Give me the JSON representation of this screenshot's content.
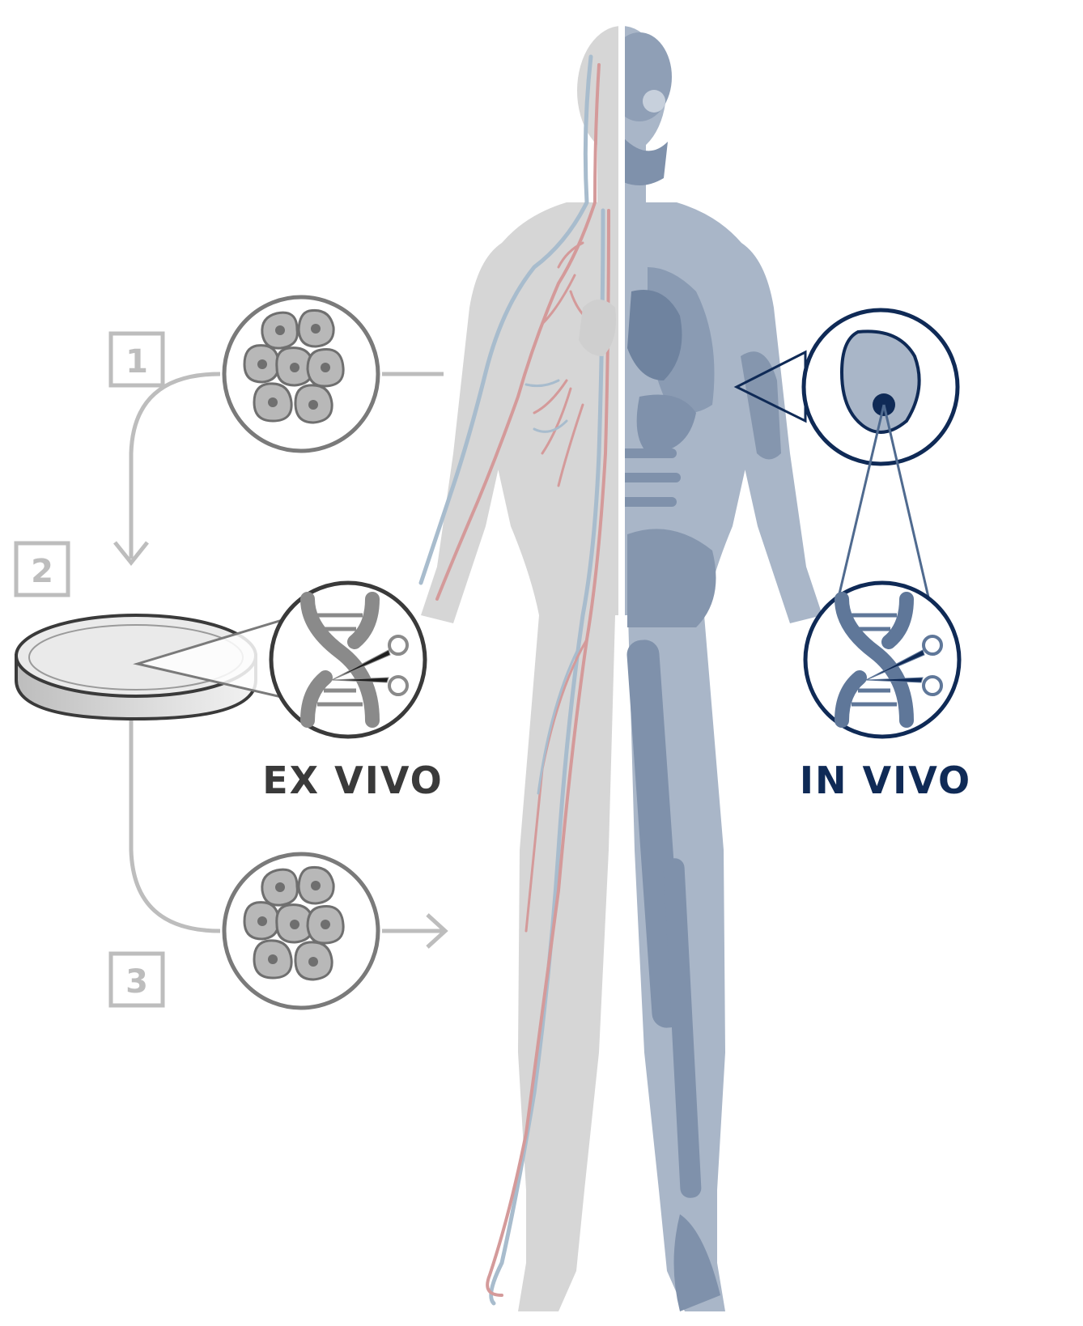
{
  "steps": [
    {
      "number": "1"
    },
    {
      "number": "2"
    },
    {
      "number": "3"
    }
  ],
  "labels": {
    "ex_vivo": "EX VIVO",
    "in_vivo": "IN VIVO"
  },
  "colors": {
    "background": "#ffffff",
    "ex_vivo_gray": "#3a3a3a",
    "light_gray": "#bdbdbd",
    "circle_gray": "#7a7a7a",
    "cell_fill": "#b8b8b8",
    "body_left": "#d6d6d6",
    "body_right": "#a9b6c8",
    "bone_blue": "#7f91ab",
    "in_vivo_navy": "#0f2a56",
    "artery_red": "#d49a9a",
    "vein_blue": "#a8bccd"
  },
  "icons": {
    "cell_cluster": "cell-cluster-icon",
    "dna_scissors": "dna-scissors-icon",
    "petri_dish": "petri-dish-icon",
    "single_cell": "single-cell-icon"
  }
}
